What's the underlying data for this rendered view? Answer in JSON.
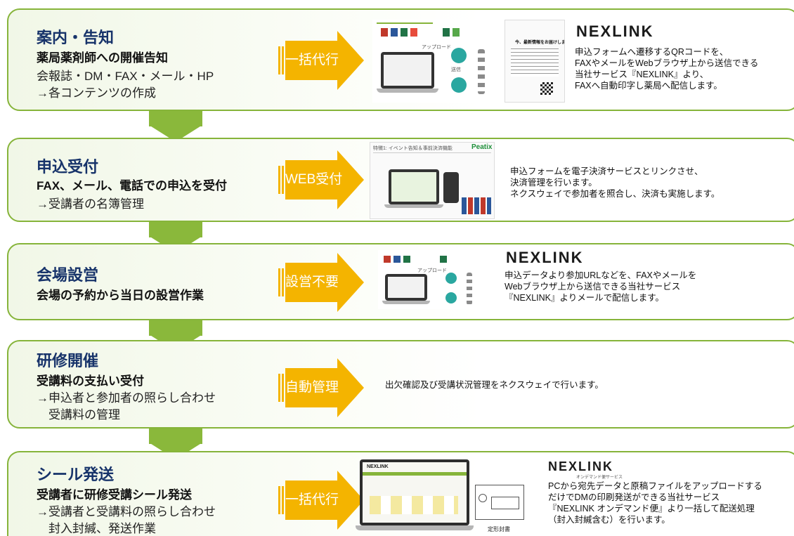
{
  "colors": {
    "frame": "#86b43a",
    "chevron": "#8ab83b",
    "arrow": "#f4b400",
    "title": "#17336a"
  },
  "steps": [
    {
      "title": "案内・告知",
      "subtitle": "薬局薬剤師への開催告知",
      "lines": [
        "会報誌・DM・FAX・メール・HP",
        "→各コンテンツの作成"
      ],
      "action": "一括代行",
      "logo": "NEXLINK",
      "desc": [
        "申込フォームへ遷移するQRコードを、",
        "FAXやメールをWebブラウザ上から送信できる",
        "当社サービス『NEXLINK』より、",
        "FAXへ自動印字し薬局へ配信します。"
      ],
      "thumb_texts": [
        "アップロード",
        "送信",
        "今、最新情報をお届けします！"
      ]
    },
    {
      "title": "申込受付",
      "subtitle": "FAX、メール、電話での申込を受付",
      "lines": [
        "→受講者の名簿管理"
      ],
      "action": "WEB受付",
      "logo": "",
      "desc": [
        "申込フォームを電子決済サービスとリンクさせ、",
        "決済管理を行います。",
        "ネクスウェイで参加者を照合し、決済も実施します。"
      ],
      "thumb_texts": [
        "特徴1: イベント告知＆事前決済機能",
        "Peatix"
      ]
    },
    {
      "title": "会場設営",
      "subtitle": "会場の予約から当日の設営作業",
      "lines": [],
      "action": "設営不要",
      "logo": "NEXLINK",
      "desc": [
        "申込データより参加URLなどを、FAXやメールを",
        "Webブラウザ上から送信できる当社サービス",
        "『NEXLINK』よりメールで配信します。"
      ],
      "thumb_texts": [
        "アップロード"
      ]
    },
    {
      "title": "研修開催",
      "subtitle": "受講料の支払い受付",
      "lines": [
        "→申込者と参加者の照らし合わせ",
        "　受講料の管理"
      ],
      "action": "自動管理",
      "logo": "",
      "desc": [
        "出欠確認及び受講状況管理をネクスウェイで行います。"
      ],
      "thumb_texts": []
    },
    {
      "title": "シール発送",
      "subtitle": "受講者に研修受講シール発送",
      "lines": [
        "→受講者と受講料の照らし合わせ",
        "　封入封緘、発送作業"
      ],
      "action": "一括代行",
      "logo": "NEXLINK",
      "logo_sub": "オンデマンド便サービス",
      "desc": [
        "PCから宛先データと原稿ファイルをアップロードする",
        "だけでDMの印刷発送ができる当社サービス",
        "『NEXLINK オンデマンド便』より一括して配送処理",
        "（封入封緘含む）を行います。"
      ],
      "thumb_texts": [
        "NEXLINK",
        "定形封書"
      ]
    }
  ]
}
